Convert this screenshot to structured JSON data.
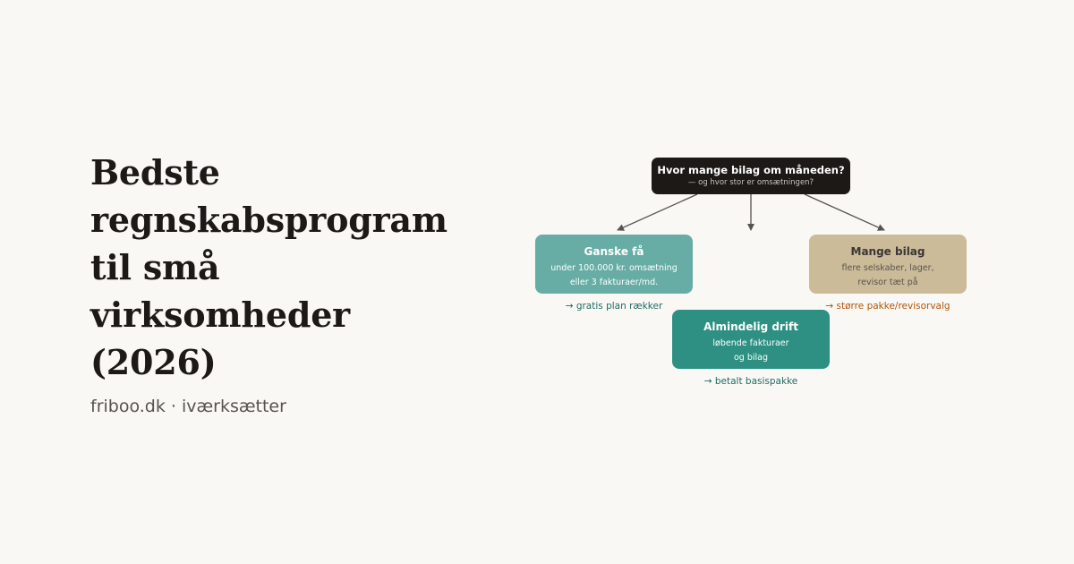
{
  "headline": {
    "lines": [
      "Bedste",
      "regnskabsprogram",
      "til små",
      "virksomheder",
      "(2026)"
    ]
  },
  "byline": "friboo.dk · iværksætter",
  "diagram": {
    "question": {
      "title": "Hvor mange bilag om måneden?",
      "subtitle": "— og hvor stor er omsætningen?"
    },
    "options": [
      {
        "title": "Ganske få",
        "lines": [
          "under 100.000 kr. omsætning",
          "eller 3 fakturaer/md."
        ],
        "recommendation": "→ gratis plan rækker",
        "color": "#67ada5"
      },
      {
        "title": "Almindelig drift",
        "lines": [
          "løbende fakturaer",
          "og bilag"
        ],
        "recommendation": "→ betalt basispakke",
        "color": "#2d9082"
      },
      {
        "title": "Mange bilag",
        "lines": [
          "flere selskaber, lager,",
          "revisor tæt på"
        ],
        "recommendation": "→ større pakke/revisorvalg",
        "color": "#cbbb99"
      }
    ],
    "colors": {
      "question_bg": "#1c1917",
      "arrow": "#57534e",
      "recommendation_teal": "#1d6b62",
      "recommendation_orange": "#b45309",
      "background": "#f9f8f5"
    }
  }
}
